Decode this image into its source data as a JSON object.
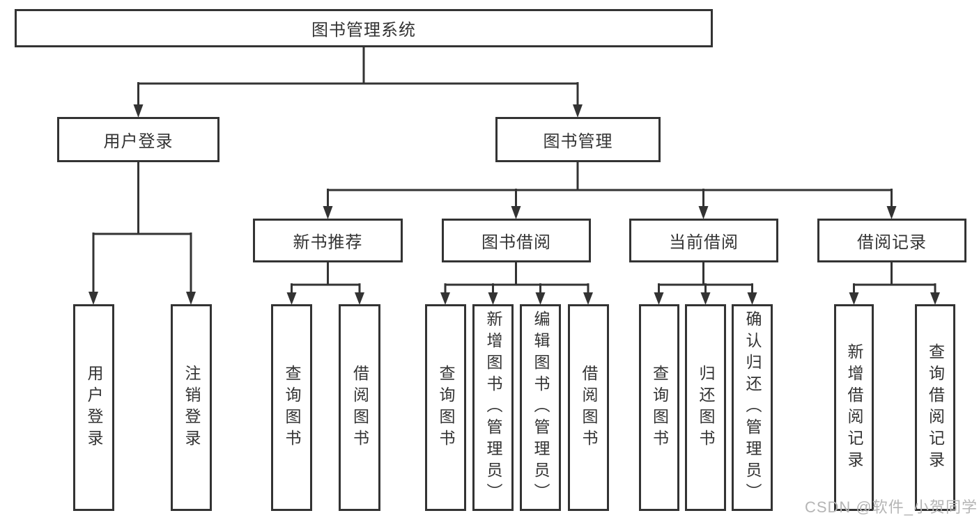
{
  "tree": {
    "root": "图书管理系统",
    "branches": [
      {
        "label": "用户登录",
        "children": [
          {
            "label": "用户登录"
          },
          {
            "label": "注销登录"
          }
        ]
      },
      {
        "label": "图书管理",
        "children": [
          {
            "label": "新书推荐",
            "children": [
              {
                "label": "查询图书"
              },
              {
                "label": "借阅图书"
              }
            ]
          },
          {
            "label": "图书借阅",
            "children": [
              {
                "label": "查询图书"
              },
              {
                "label": "新增图书（管理员）"
              },
              {
                "label": "编辑图书（管理员）"
              },
              {
                "label": "借阅图书"
              }
            ]
          },
          {
            "label": "当前借阅",
            "children": [
              {
                "label": "查询图书"
              },
              {
                "label": "归还图书"
              },
              {
                "label": "确认归还（管理员）"
              }
            ]
          },
          {
            "label": "借阅记录",
            "children": [
              {
                "label": "新增借阅记录"
              },
              {
                "label": "查询借阅记录"
              }
            ]
          }
        ]
      }
    ]
  },
  "watermark": "CSDN @软件_小贺同学",
  "colors": {
    "line": "#333333",
    "text": "#333333",
    "box_fill": "#ffffff",
    "watermark": "#b5b5b5"
  }
}
